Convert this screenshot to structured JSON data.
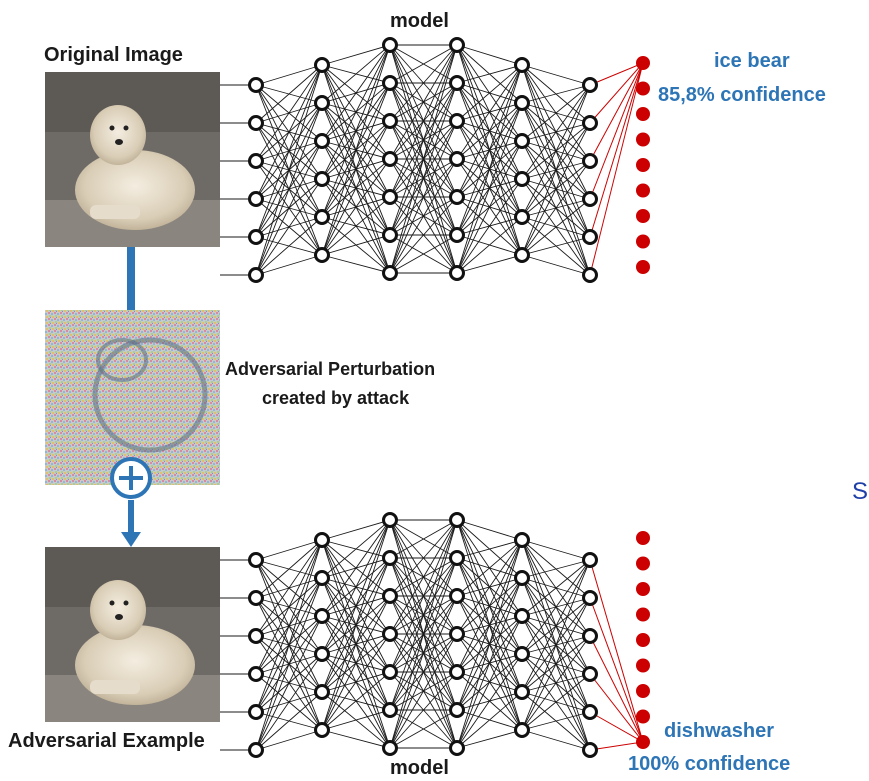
{
  "top": {
    "image_caption": "Original Image",
    "model_label": "model",
    "prediction_label": "ice bear",
    "confidence_label": "85,8% confidence"
  },
  "middle": {
    "perturbation_line1": "Adversarial Perturbation",
    "perturbation_line2": "created by attack",
    "stray_text": "S"
  },
  "bottom": {
    "image_caption": "Adversarial Example",
    "model_label": "model",
    "prediction_label": "dishwasher",
    "confidence_label": "100% confidence"
  },
  "network": {
    "layer_sizes": [
      6,
      6,
      7,
      7,
      6,
      6,
      9
    ],
    "output_highlight_top": 0,
    "output_highlight_bottom": 8
  },
  "colors": {
    "accent_blue": "#2e75b6",
    "output_red": "#cc0000",
    "edge": "#1a1a1a"
  }
}
